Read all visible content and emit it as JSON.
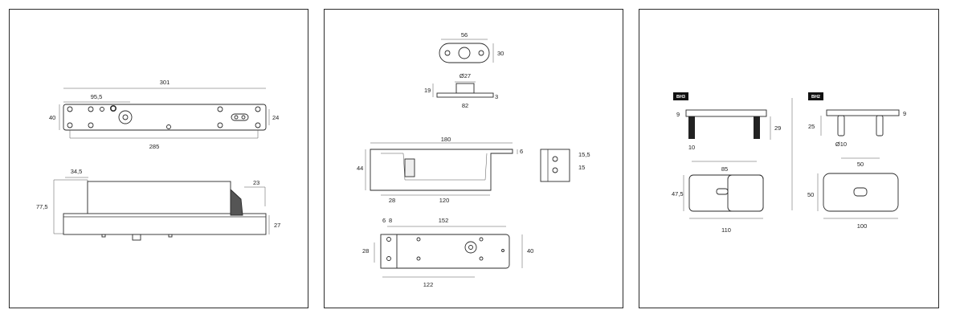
{
  "panel1": {
    "top_view": {
      "overall_length": "301",
      "depth": "40",
      "offset": "95,5",
      "right_height": "24",
      "hole_spacing": "285"
    },
    "side_view": {
      "top_offset": "34,5",
      "total_height": "77,5",
      "arm_height": "23",
      "body_height": "27"
    }
  },
  "panel2": {
    "plate": {
      "width": "56",
      "height": "30"
    },
    "pivot": {
      "height": "19",
      "diameter": "Ø27",
      "thickness": "3",
      "base_width": "82"
    },
    "bracket_side": {
      "length": "180",
      "flange": "6",
      "height": "44",
      "inner_offset": "28",
      "inner_length": "120"
    },
    "bracket_end": {
      "top": "15,5",
      "hole": "15"
    },
    "bracket_top": {
      "left_a": "6",
      "left_b": "8",
      "length": "152",
      "left_height": "28",
      "right_height": "40",
      "hole_spacing": "122"
    }
  },
  "panel3": {
    "bh3": {
      "tag": "BH3",
      "thickness": "9",
      "pin_height": "29",
      "pin_width": "10",
      "pin_spacing": "85",
      "plate_depth": "47,5",
      "plate_width": "110"
    },
    "bh2": {
      "tag": "BH2",
      "thickness": "9",
      "pin_height": "25",
      "pin_diameter": "Ø10",
      "pin_spacing": "50",
      "plate_depth": "50",
      "plate_width": "100"
    }
  }
}
